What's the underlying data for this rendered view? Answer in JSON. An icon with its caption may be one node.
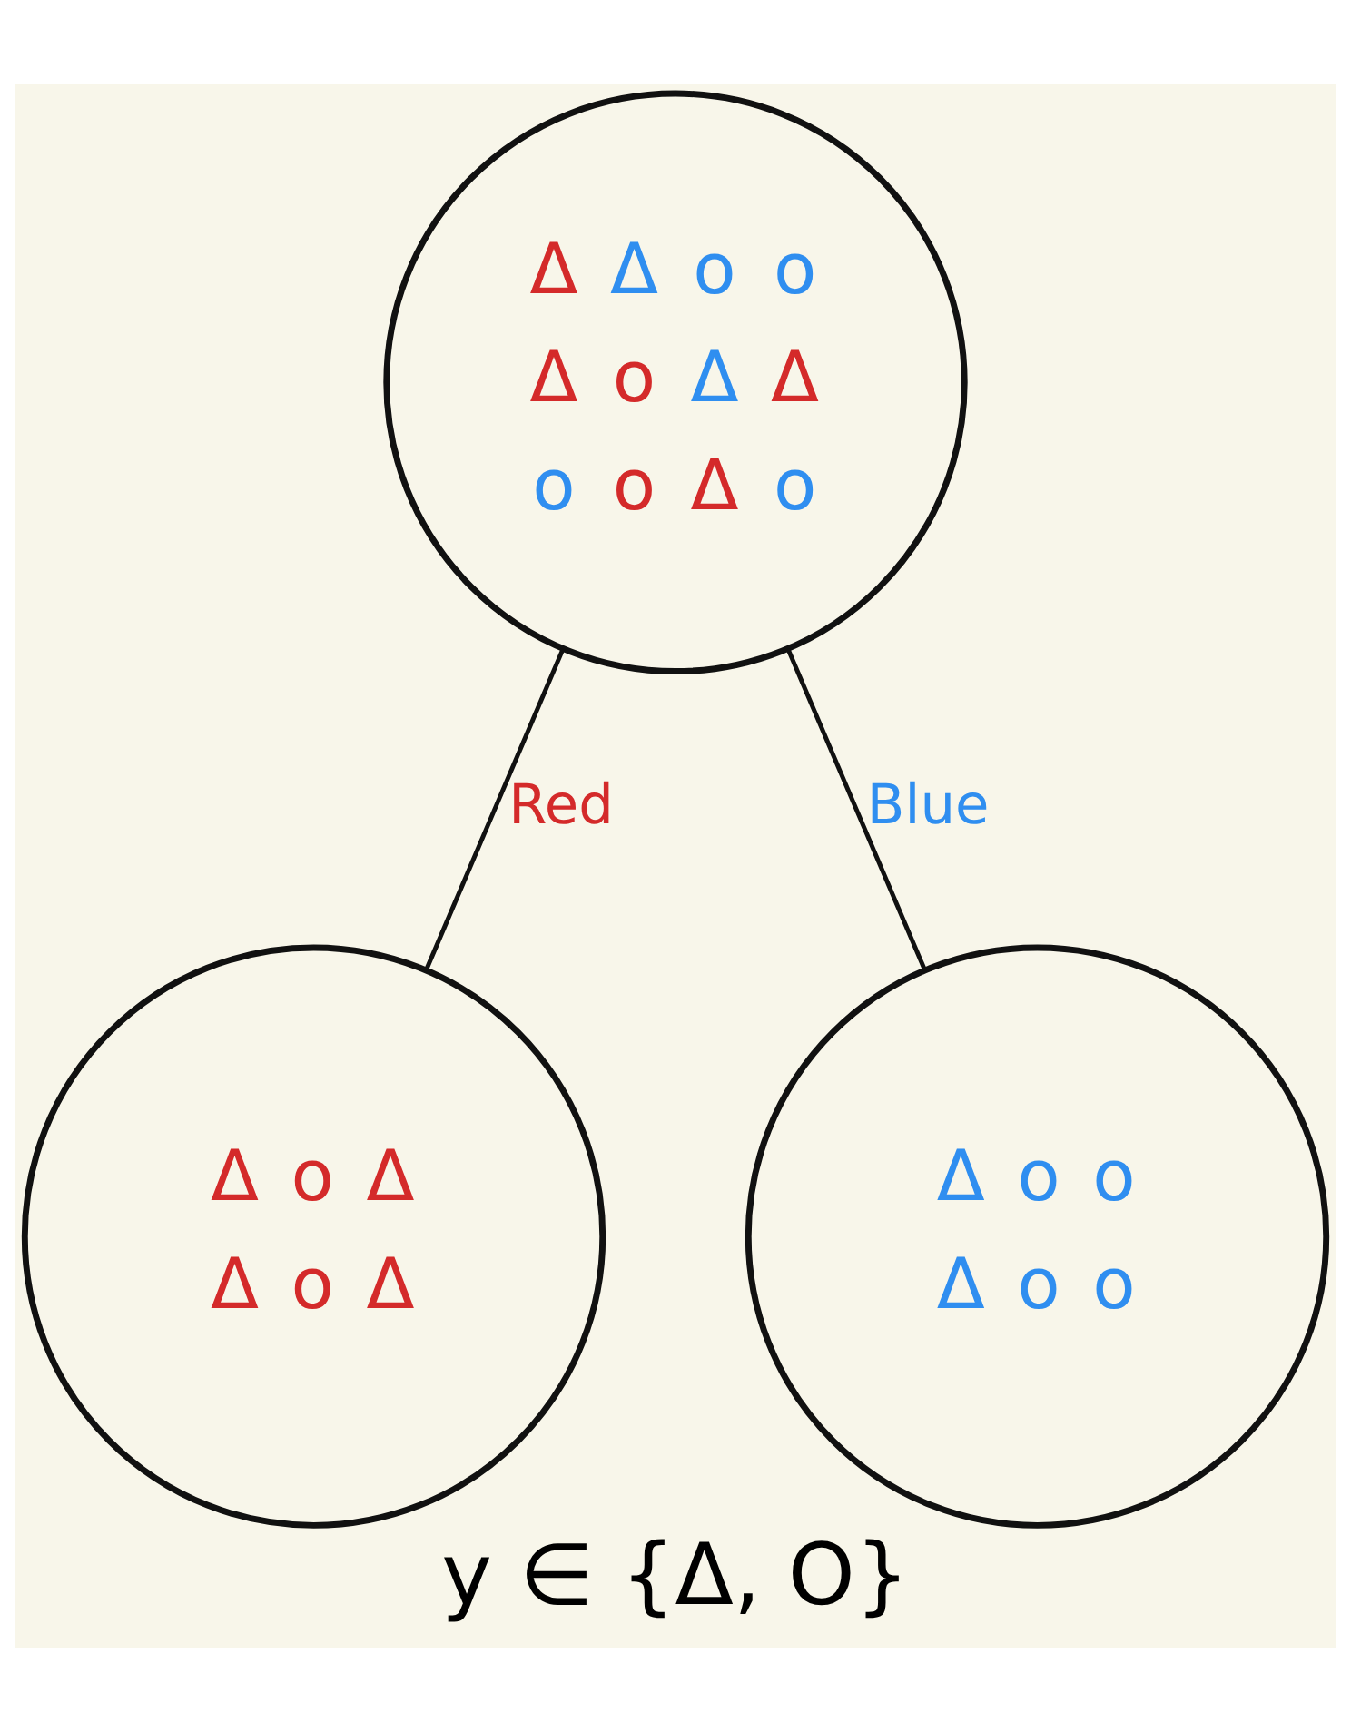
{
  "diagram": {
    "caption": "y ∈ {Δ, O}",
    "nodes": [
      {
        "text": [
          "Δ",
          "Δ",
          "o",
          "o",
          "Δ",
          "o",
          "Δ",
          "Δ",
          "o",
          "o",
          "Δ",
          "o"
        ]
      },
      {
        "text": [
          "Δ",
          "o",
          "Δ",
          "Δ",
          "o",
          "Δ"
        ]
      },
      {
        "text": [
          "Δ",
          "o",
          "o",
          "Δ",
          "o",
          "o"
        ]
      }
    ],
    "edges": [
      {
        "from": 0,
        "to": 1,
        "arrow": "none",
        "label": "Red"
      },
      {
        "from": 0,
        "to": 2,
        "arrow": "none",
        "label": "Blue"
      }
    ]
  }
}
